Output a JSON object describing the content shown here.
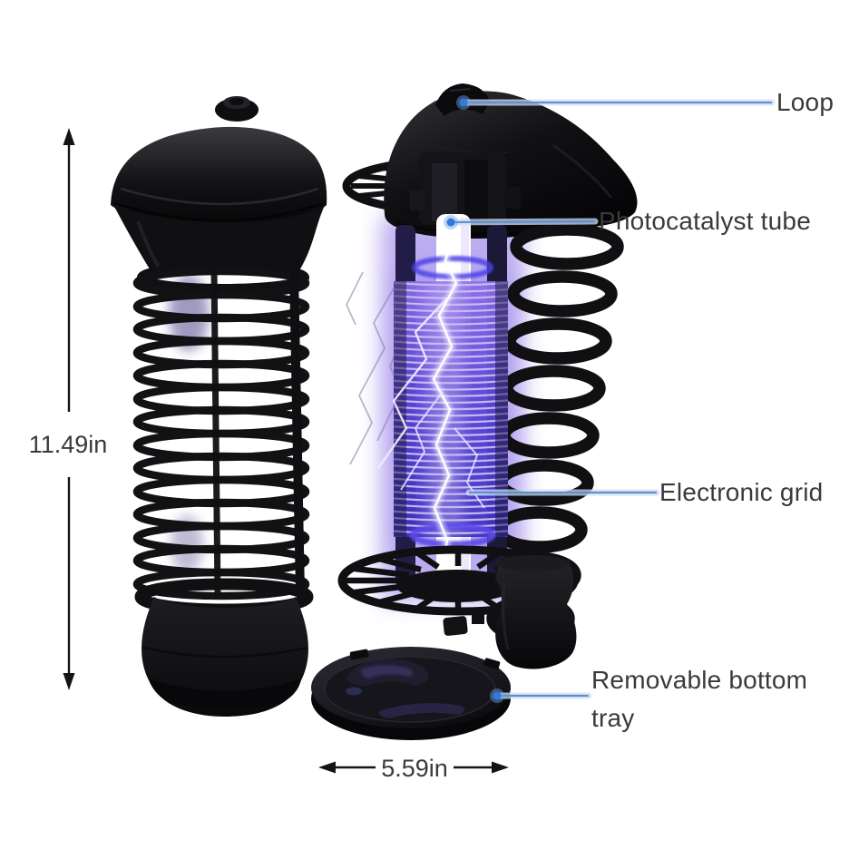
{
  "labels": {
    "loop": "Loop",
    "photocatalyst_tube": "Photocatalyst tube",
    "electronic_grid": "Electronic grid",
    "removable_bottom_tray": "Removable bottom tray"
  },
  "dimensions": {
    "height": "11.49in",
    "width": "5.59in"
  },
  "colors": {
    "background": "#ffffff",
    "label_text": "#3a3a3a",
    "leader_line": "#5e90d2",
    "leader_glow": "#cfe0f5",
    "leader_dot": "#2f7bdc",
    "dimension_line": "#141414",
    "product_black": "#101013",
    "uv_glow_purple": "#7a5ce2",
    "uv_grid_violet": "#5a47d6",
    "uv_tube_white": "#ffffff"
  }
}
